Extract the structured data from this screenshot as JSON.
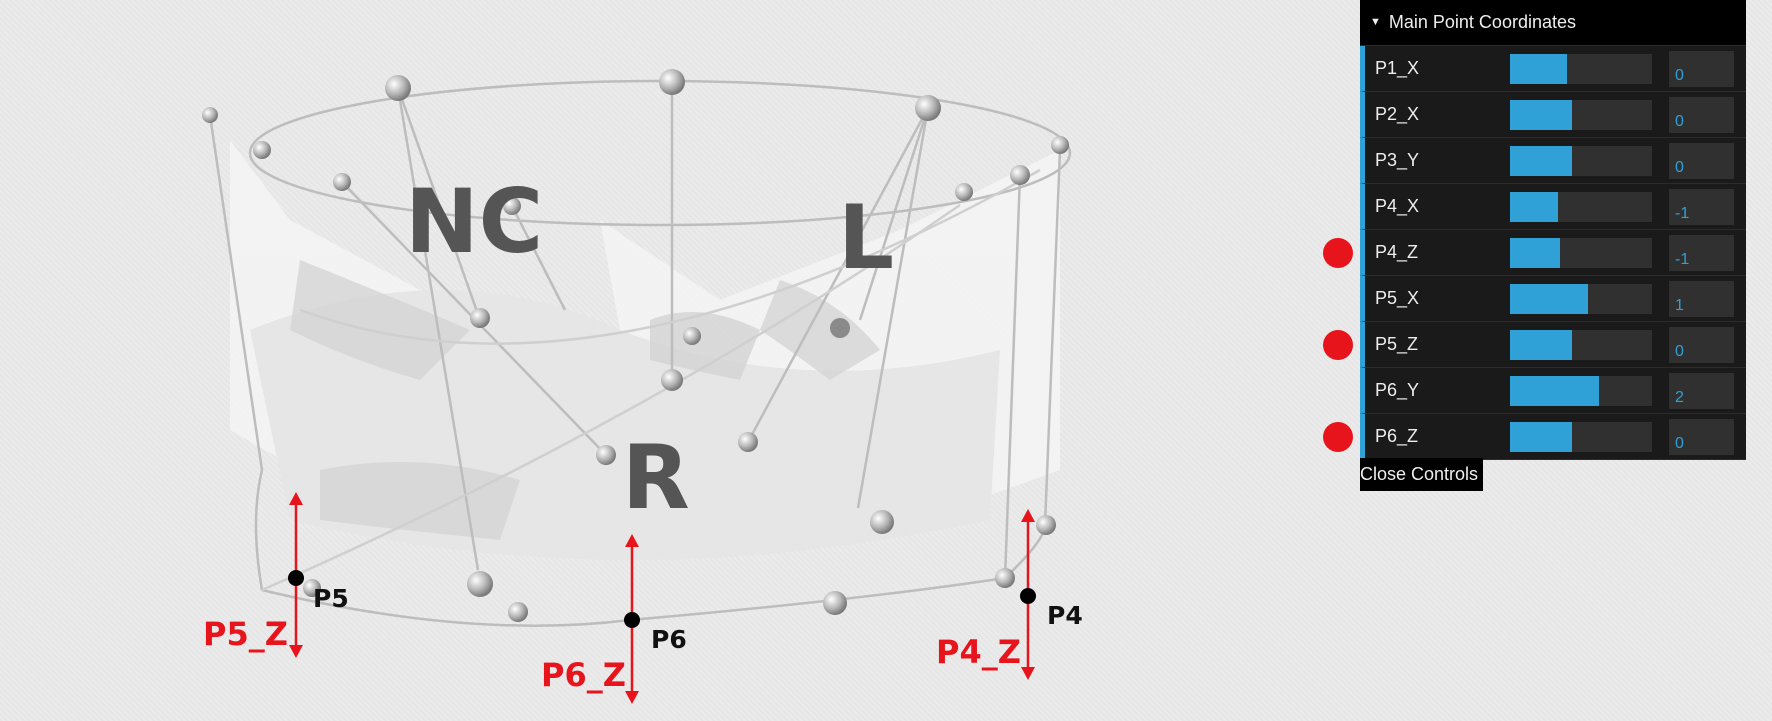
{
  "scene": {
    "regions": [
      "NC",
      "L",
      "R"
    ],
    "points": [
      "P5",
      "P6",
      "P4"
    ],
    "axis_labels": [
      "P5_Z",
      "P6_Z",
      "P4_Z"
    ]
  },
  "gui": {
    "title": "Main Point Coordinates",
    "close_label": "Close Controls",
    "rows": [
      {
        "name": "P1_X",
        "value": "0",
        "fill_fraction": 0.4,
        "marked": false
      },
      {
        "name": "P2_X",
        "value": "0",
        "fill_fraction": 0.44,
        "marked": false
      },
      {
        "name": "P3_Y",
        "value": "0",
        "fill_fraction": 0.44,
        "marked": false
      },
      {
        "name": "P4_X",
        "value": "-1",
        "fill_fraction": 0.34,
        "marked": false
      },
      {
        "name": "P4_Z",
        "value": "-1",
        "fill_fraction": 0.35,
        "marked": true
      },
      {
        "name": "P5_X",
        "value": "1",
        "fill_fraction": 0.55,
        "marked": false
      },
      {
        "name": "P5_Z",
        "value": "0",
        "fill_fraction": 0.44,
        "marked": true
      },
      {
        "name": "P6_Y",
        "value": "2",
        "fill_fraction": 0.63,
        "marked": false
      },
      {
        "name": "P6_Z",
        "value": "0",
        "fill_fraction": 0.44,
        "marked": true
      }
    ]
  },
  "colors": {
    "accent": "#2fa1d6",
    "marker": "#e8141c",
    "panel": "#1a1a1a"
  }
}
